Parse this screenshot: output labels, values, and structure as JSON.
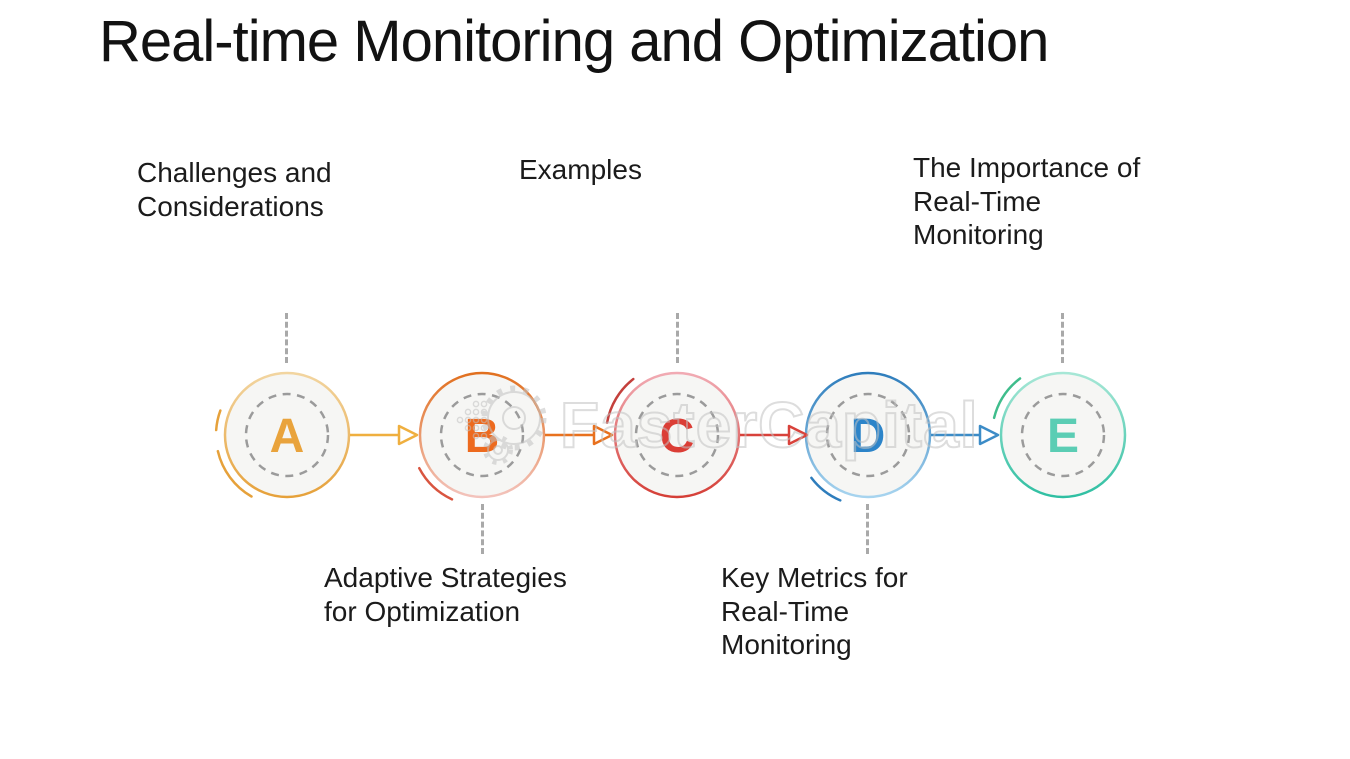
{
  "title": "Real-time Monitoring and Optimization",
  "watermark": {
    "text": "FasterCapital",
    "color": "#c2c2c2"
  },
  "diagram": {
    "connector_style": "dashed",
    "circle_fill": "#f6f6f4",
    "inner_dash_color": "#9b9b9b",
    "nodes": [
      {
        "letter": "A",
        "label": "Challenges and Considerations",
        "label_position": "top",
        "letter_color": "#E9A33C",
        "ring_top": "#F2D5A0",
        "ring_bottom": "#E6A13A",
        "accent_color": "#E6A13A"
      },
      {
        "letter": "B",
        "label": "Adaptive Strategies for Optimization",
        "label_position": "bottom",
        "letter_color": "#ED6A1E",
        "ring_top": "#E1701F",
        "ring_bottom": "#F3C3BC",
        "accent_color": "#D95540"
      },
      {
        "letter": "C",
        "label": "Examples",
        "label_position": "top",
        "letter_color": "#DB3E36",
        "ring_top": "#F1ABB4",
        "ring_bottom": "#D53F37",
        "accent_color": "#C4403C"
      },
      {
        "letter": "D",
        "label": "Key Metrics for Real-Time Monitoring",
        "label_position": "bottom",
        "letter_color": "#2C84C9",
        "ring_top": "#2E7DBC",
        "ring_bottom": "#A7D4EF",
        "accent_color": "#2E7DBC"
      },
      {
        "letter": "E",
        "label": "The Importance of Real-Time Monitoring",
        "label_position": "top",
        "letter_color": "#5BCDB4",
        "ring_top": "#A7E7D6",
        "ring_bottom": "#2FBFA2",
        "accent_color": "#3FBD8C"
      }
    ],
    "arrows": [
      {
        "from": "A",
        "to": "B",
        "color": "#EFAF3F"
      },
      {
        "from": "B",
        "to": "C",
        "color": "#E8711E"
      },
      {
        "from": "C",
        "to": "D",
        "color": "#D8423B"
      },
      {
        "from": "D",
        "to": "E",
        "color": "#3C8CC7"
      }
    ]
  }
}
